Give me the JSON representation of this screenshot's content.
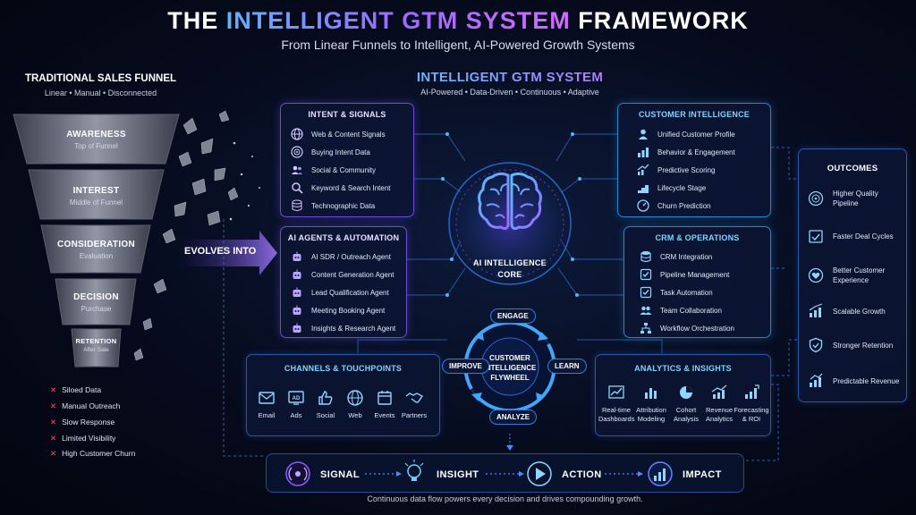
{
  "header": {
    "title_pre": "THE",
    "title_highlight": "INTELLIGENT GTM SYSTEM",
    "title_post": "FRAMEWORK",
    "subtitle": "From Linear Funnels to Intelligent, AI-Powered Growth Systems"
  },
  "funnel": {
    "title": "TRADITIONAL SALES FUNNEL",
    "subtitle": "Linear • Manual • Disconnected",
    "stages": [
      {
        "name": "AWARENESS",
        "sub": "Top of Funnel"
      },
      {
        "name": "INTEREST",
        "sub": "Middle of Funnel"
      },
      {
        "name": "CONSIDERATION",
        "sub": "Evaluation"
      },
      {
        "name": "DECISION",
        "sub": "Purchase"
      },
      {
        "name": "RETENTION",
        "sub": "After Sale"
      }
    ],
    "pain_points": [
      "Siloed Data",
      "Manual Outreach",
      "Slow Response",
      "Limited Visibility",
      "High Customer Churn"
    ]
  },
  "evolves_label": "EVOLVES INTO",
  "system": {
    "title": "INTELLIGENT GTM SYSTEM",
    "subtitle": "AI-Powered • Data-Driven • Continuous • Adaptive"
  },
  "intent_signals": {
    "title": "INTENT & SIGNALS",
    "items": [
      "Web & Content Signals",
      "Buying Intent Data",
      "Social & Community",
      "Keyword & Search Intent",
      "Technographic Data"
    ]
  },
  "ai_agents": {
    "title": "AI AGENTS & AUTOMATION",
    "items": [
      "AI SDR / Outreach Agent",
      "Content Generation Agent",
      "Lead Qualification Agent",
      "Meeting Booking Agent",
      "Insights & Research Agent"
    ]
  },
  "customer_intelligence": {
    "title": "CUSTOMER INTELLIGENCE",
    "items": [
      "Unified Customer Profile",
      "Behavior & Engagement",
      "Predictive Scoring",
      "Lifecycle Stage",
      "Churn Prediction"
    ]
  },
  "crm_operations": {
    "title": "CRM & OPERATIONS",
    "items": [
      "CRM Integration",
      "Pipeline Management",
      "Task Automation",
      "Team Collaboration",
      "Workflow Orchestration"
    ]
  },
  "channels": {
    "title": "CHANNELS & TOUCHPOINTS",
    "items": [
      "Email",
      "Ads",
      "Social",
      "Web",
      "Events",
      "Partners"
    ]
  },
  "analytics": {
    "title": "ANALYTICS & INSIGHTS",
    "items": [
      "Real-time Dashboards",
      "Attribution Modeling",
      "Cohort Analysis",
      "Revenue Analytics",
      "Forecasting & ROI"
    ]
  },
  "core": {
    "label_line1": "AI INTELLIGENCE",
    "label_line2": "CORE"
  },
  "flywheel": {
    "center_line1": "CUSTOMER",
    "center_line2": "INTELLIGENCE",
    "center_line3": "FLYWHEEL",
    "engage": "ENGAGE",
    "learn": "LEARN",
    "analyze": "ANALYZE",
    "improve": "IMPROVE"
  },
  "outcomes": {
    "title": "OUTCOMES",
    "items": [
      "Higher Quality Pipeline",
      "Faster Deal Cycles",
      "Better Customer Experience",
      "Scalable Growth",
      "Stronger Retention",
      "Predictable Revenue"
    ]
  },
  "flow": {
    "steps": [
      "SIGNAL",
      "INSIGHT",
      "ACTION",
      "IMPACT"
    ],
    "caption": "Continuous data flow powers every decision and drives compounding growth."
  },
  "colors": {
    "accent_cyan": "#3fb8ff",
    "accent_purple": "#8a5cff",
    "pain_red": "#ff4d5e"
  }
}
